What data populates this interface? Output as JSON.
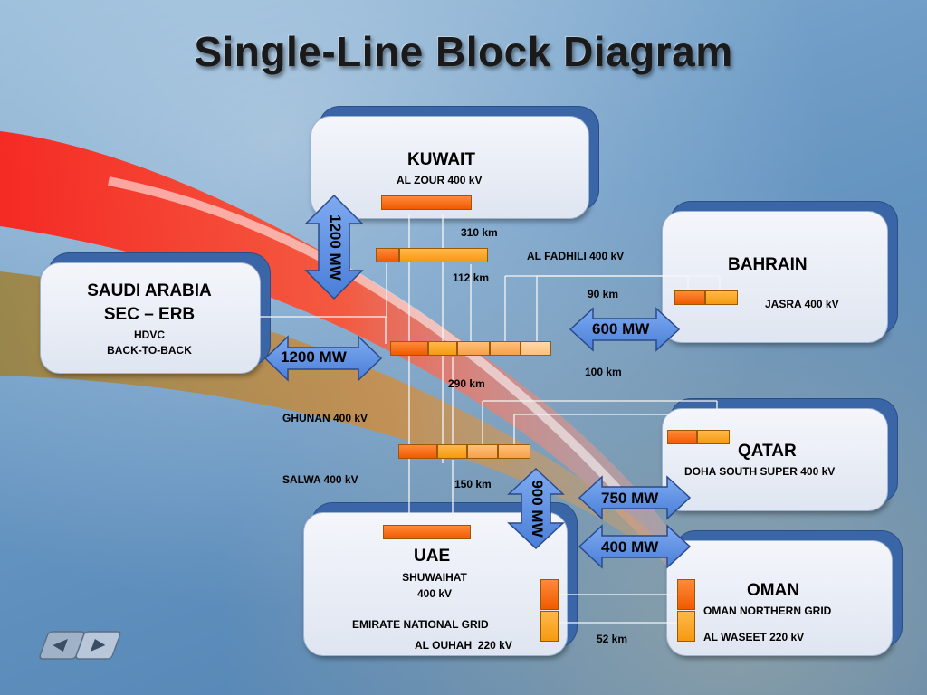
{
  "title": "Single-Line Block Diagram",
  "colors": {
    "arrow": "#5b8fe6",
    "bus_orange": "#f05a00",
    "bus_amber": "#f59a10",
    "line": "#ffffff"
  },
  "kuwait": {
    "name": "KUWAIT",
    "sub": "AL ZOUR 400 kV",
    "link": "1200 MW"
  },
  "bahrain": {
    "name": "BAHRAIN",
    "sub": "JASRA 400 kV",
    "link": "600 MW"
  },
  "saudi": {
    "line1": "SAUDI ARABIA",
    "line2": "SEC – ERB",
    "line3": "HDVC",
    "line4": "BACK-TO-BACK",
    "link": "1200 MW"
  },
  "qatar": {
    "name": "QATAR",
    "sub": "DOHA SOUTH SUPER 400 kV",
    "link": "750 MW"
  },
  "uae": {
    "name": "UAE",
    "sub1": "SHUWAIHAT",
    "sub2": "400 kV",
    "grid": "EMIRATE NATIONAL GRID",
    "sub3": "AL OUHAH  220 kV",
    "link": "900 MW"
  },
  "oman": {
    "name": "OMAN",
    "grid": "OMAN NORTHERN GRID",
    "sub": "AL WASEET 220 kV",
    "link": "400 MW"
  },
  "stations": {
    "fadhili": "AL FADHILI 400 kV",
    "ghunan": "GHUNAN 400 kV",
    "salwa": "SALWA 400 kV"
  },
  "distances": {
    "d310": "310 km",
    "d112": "112 km",
    "d90": "90 km",
    "d100": "100 km",
    "d290": "290 km",
    "d150": "150 km",
    "d52": "52 km"
  }
}
